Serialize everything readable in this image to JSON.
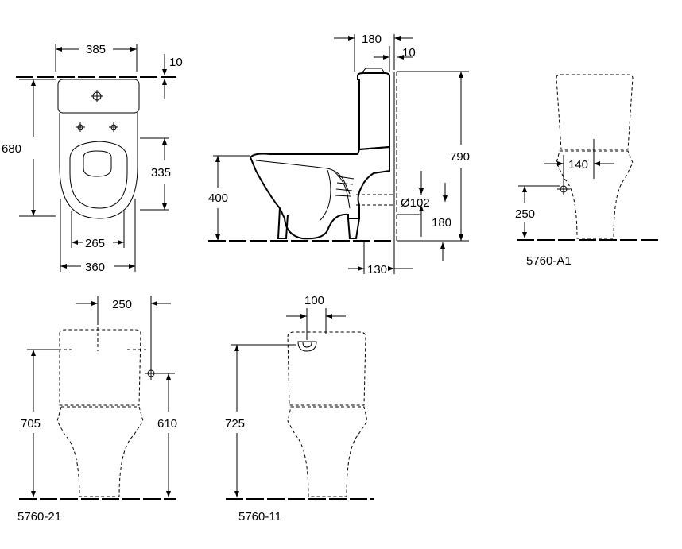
{
  "top_view": {
    "width_top": "385",
    "offset_top": "10",
    "depth": "680",
    "seat_depth": "335",
    "fix_spacing": "265",
    "width_bottom": "360"
  },
  "side_view": {
    "cistern_depth": "180",
    "wall_gap": "10",
    "total_height": "790",
    "rim_height": "400",
    "outlet_diameter": "Ø102",
    "outlet_height": "180",
    "outlet_offset": "130"
  },
  "variants": [
    {
      "code": "5760-A1",
      "inlet_spacing": "140",
      "inlet_height": "250"
    },
    {
      "code": "5760-21",
      "inlet_offset": "250",
      "cistern_height": "705",
      "inlet_height": "610"
    },
    {
      "code": "5760-11",
      "button_offset": "100",
      "cistern_height": "725"
    }
  ]
}
